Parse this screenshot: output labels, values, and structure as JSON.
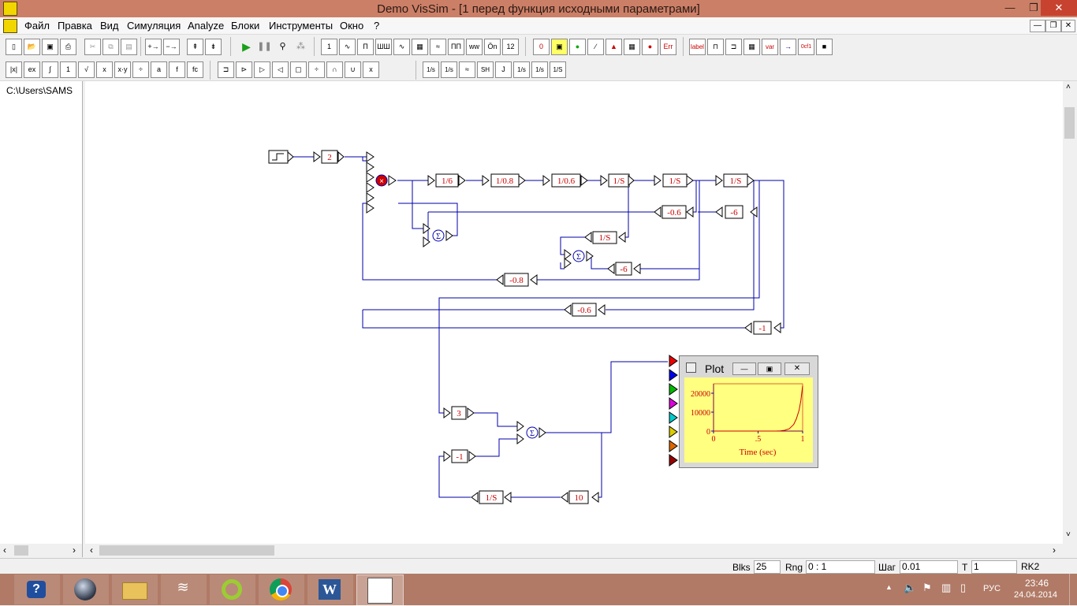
{
  "window": {
    "title": "Demo VisSim - [1 перед функция исходными параметрами]"
  },
  "menu": [
    "Файл",
    "Правка",
    "Вид",
    "Симуляция",
    "Analyze",
    "Блоки",
    "Инструменты",
    "Окно",
    "?"
  ],
  "toolbar1": {
    "group_edit": [
      "new-icon",
      "open-icon",
      "save-icon",
      "print-icon",
      "cut-icon",
      "copy-icon",
      "paste-icon"
    ],
    "group_misc": [
      "+→",
      "−→",
      "⇞",
      "⇟"
    ],
    "group_sim": [
      "run-icon",
      "pause-icon",
      "step-icon",
      "continue-icon"
    ],
    "group_signal": [
      "1",
      "∿",
      "Π",
      "ШШ",
      "∿",
      "▦",
      "≈",
      "ПП",
      "ww",
      "Ön",
      "12"
    ],
    "group_blocks2": [
      "0",
      "▣",
      "●",
      "∕",
      "▲",
      "▦",
      "●",
      "Err"
    ],
    "group_annot": [
      "label",
      "⊓",
      "⊐",
      "▦",
      "var",
      "→",
      "0cf1",
      "■"
    ]
  },
  "toolbar2": {
    "group1": [
      "|x|",
      "ex",
      "∫",
      "1",
      "√",
      "x",
      "x·y",
      "÷",
      "a",
      "f"
    ],
    "group2": [
      "⊐",
      "⊳",
      "▷",
      "◁",
      "▢",
      "÷",
      "∩",
      "∪",
      "x"
    ],
    "group3": [
      "1/s",
      "1/s",
      "≈",
      "SH",
      "J",
      "1/s",
      "1/s"
    ]
  },
  "tree": {
    "path": "C:\\Users\\SAMS"
  },
  "diagram": {
    "gain_2": "2",
    "gain_1_6": "1/6",
    "gain_1_08": "1/0.8",
    "gain_1_06": "1/0.6",
    "int_1": "1/S",
    "int_2": "1/S",
    "int_3": "1/S",
    "gain_m06a": "-0.6",
    "gain_m6a": "-6",
    "int_4": "1/S",
    "gain_m6b": "-6",
    "gain_m08": "-0.8",
    "gain_m06b": "-0.6",
    "gain_m1a": "-1",
    "gain_3": "3",
    "gain_m1b": "-1",
    "int_5": "1/S",
    "gain_10": "10",
    "sum_symbol": "Σ"
  },
  "plot": {
    "title": "Plot",
    "y_ticks": [
      "20000",
      "10000",
      "0"
    ],
    "x_ticks": [
      "0",
      ".5",
      "1"
    ],
    "xlabel": "Time (sec)",
    "bg_color": "#ffff80",
    "line_color": "#cc0000"
  },
  "chart_data": {
    "type": "line",
    "title": "Plot",
    "xlabel": "Time (sec)",
    "ylabel": "",
    "xlim": [
      0,
      1
    ],
    "ylim": [
      0,
      25000
    ],
    "series": [
      {
        "x": [
          0,
          0.5,
          0.7,
          0.75,
          0.8,
          0.85,
          0.9,
          0.93,
          0.96,
          0.98,
          1.0
        ],
        "y": [
          0,
          0,
          0,
          100,
          400,
          1200,
          3500,
          6500,
          11000,
          16000,
          24000
        ]
      }
    ]
  },
  "status": {
    "blks_label": "Blks",
    "blks_value": "25",
    "rng_label": "Rng",
    "rng_value": "0 : 1",
    "step_label": "Шаг",
    "step_value": "0.01",
    "t_label": "T",
    "t_value": "1",
    "solver": "RK2"
  },
  "taskbar": {
    "apps": [
      "help-icon",
      "orb-icon",
      "explorer-icon",
      "wifi-app-icon",
      "sync-icon",
      "chrome-icon",
      "word-icon",
      "vissim-icon"
    ],
    "lang": "РУС",
    "time": "23:46",
    "date": "24.04.2014"
  },
  "colors": {
    "wire": "#0000aa",
    "block_text": "#cc0000",
    "titlebar": "#cc7f67",
    "taskbar": "#b07a66"
  }
}
